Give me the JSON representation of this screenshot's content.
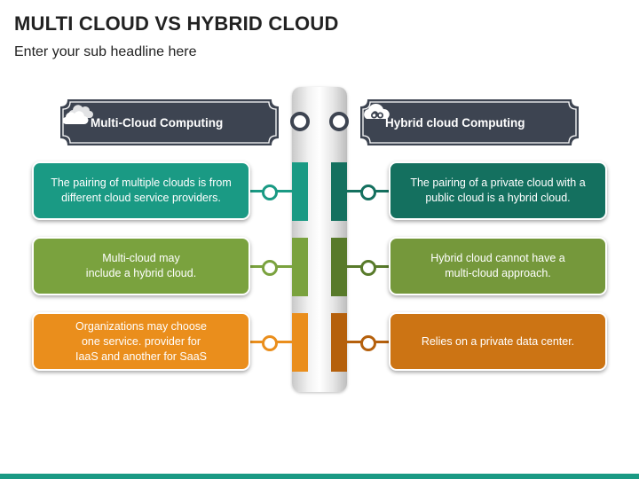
{
  "title": "MULTI CLOUD VS HYBRID CLOUD",
  "subtitle": "Enter your sub headline here",
  "colors": {
    "banner": "#3d4451",
    "teal": "#1a9a84",
    "teal_dark": "#14705f",
    "green": "#7aa23e",
    "green_dark": "#587a2a",
    "orange": "#ea8e1c",
    "orange_dark": "#b5600c",
    "accent_bar": "#1a9a84"
  },
  "left": {
    "header": "Multi-Cloud Computing",
    "header_icon": "clouds-icon",
    "items": [
      "The pairing of multiple clouds is from\ndifferent cloud service providers.",
      "Multi-cloud may\ninclude a hybrid cloud.",
      "Organizations may choose\none service. provider for\nIaaS and another for SaaS"
    ]
  },
  "right": {
    "header": "Hybrid cloud Computing",
    "header_icon": "cloud-link-icon",
    "items": [
      "The pairing of a private cloud with a\npublic cloud is a hybrid cloud.",
      "Hybrid cloud cannot have a\nmulti-cloud approach.",
      "Relies on a private data center."
    ]
  }
}
